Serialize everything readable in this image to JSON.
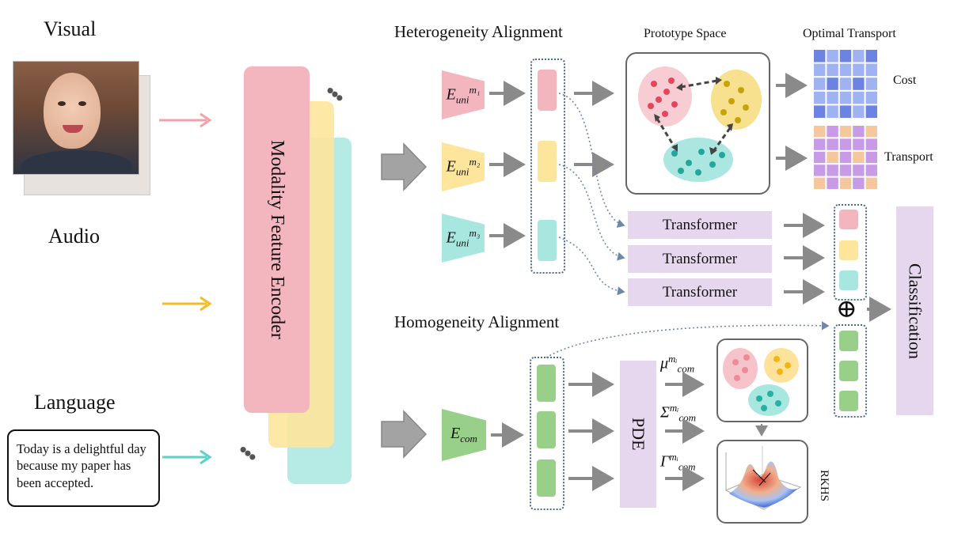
{
  "inputs": {
    "visual_label": "Visual",
    "audio_label": "Audio",
    "language_label": "Language",
    "language_text": "Today is a delightful day because my paper has been accepted."
  },
  "encoder": {
    "label": "Modality Feature Encoder"
  },
  "heterogeneity": {
    "title": "Heterogeneity  Alignment",
    "enc_base": "E",
    "enc_sub": "uni",
    "enc_sups": [
      "m₁",
      "m₂",
      "m₃"
    ]
  },
  "prototype": {
    "title": "Prototype Space"
  },
  "optimal_transport": {
    "title": "Optimal Transport",
    "cost_label": "Cost",
    "transport_label": "Transport"
  },
  "transformers": [
    "Transformer",
    "Transformer",
    "Transformer"
  ],
  "homogeneity": {
    "title": "Homogeneity  Alignment",
    "enc_base": "E",
    "enc_sub": "com",
    "pde_label": "PDE",
    "stat_symbols": [
      "μ",
      "Σ",
      "Γ"
    ],
    "stat_sup": "mᵢ",
    "stat_sub": "com",
    "rkhs_label": "RKHS"
  },
  "fusion_symbol": "⊕",
  "classification_label": "Classification",
  "colors": {
    "pink": "#f3b6bf",
    "yellow": "#fde59c",
    "teal": "#a8e6e0",
    "green": "#98d08a",
    "lavender": "#e6d7ee",
    "arrow_gray": "#8a8a8a",
    "dotted_blue": "#4a6a94"
  }
}
